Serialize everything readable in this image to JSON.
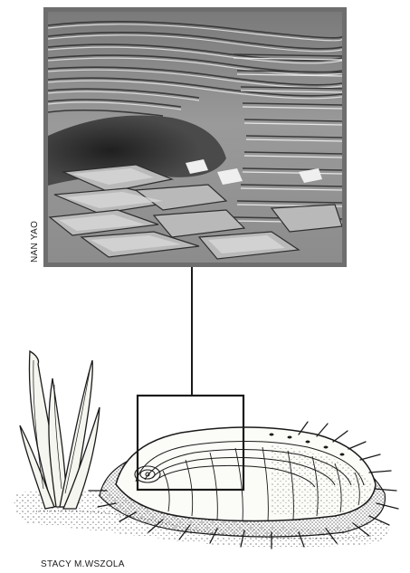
{
  "credits": {
    "photo": "NAN YAO",
    "illustration": "STACY M.WSZOLA"
  },
  "figure": {
    "micrograph": {
      "subject": "layered nacre tablets (electron micrograph)",
      "frame_color": "#707070",
      "tone": "grayscale"
    },
    "illustration": {
      "subject": "abalone shell on the sea floor with seaweed",
      "style": "black ink stipple drawing"
    },
    "connector": {
      "color": "#1a1a1a"
    }
  }
}
